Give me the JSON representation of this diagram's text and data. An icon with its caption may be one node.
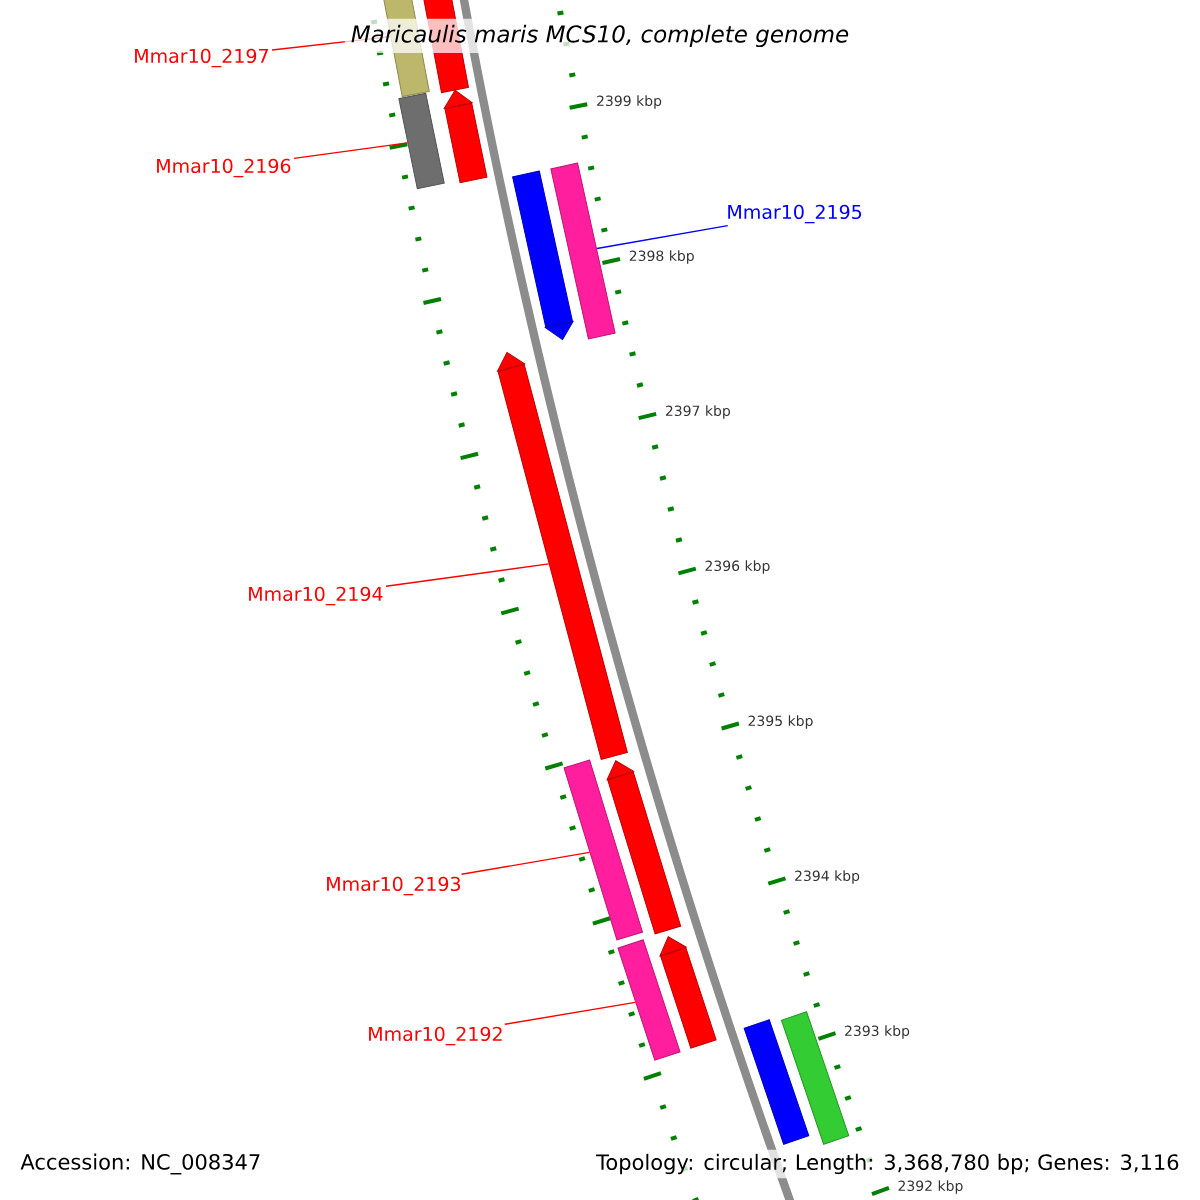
{
  "diagram": {
    "title": "Maricaulis maris MCS10, complete genome",
    "nodes": [
      {
        "text": [
          "Mmar10_2197"
        ]
      },
      {
        "text": [
          "Mmar10_2196"
        ]
      },
      {
        "text": [
          "Mmar10_2195"
        ]
      },
      {
        "text": [
          "Mmar10_2194"
        ]
      },
      {
        "text": [
          "Mmar10_2193"
        ]
      },
      {
        "text": [
          "Mmar10_2192"
        ]
      },
      {
        "text": [],
        "shape": "bar"
      },
      {
        "text": [],
        "shape": "bar"
      },
      {
        "text": [],
        "shape": "bar"
      },
      {
        "text": [],
        "shape": "arrow"
      },
      {
        "text": [],
        "shape": "arrow"
      },
      {
        "text": [],
        "shape": "bar"
      },
      {
        "text": [],
        "shape": "arrow"
      },
      {
        "text": [],
        "shape": "bar"
      },
      {
        "text": [],
        "shape": "arrow"
      },
      {
        "text": [],
        "shape": "bar"
      },
      {
        "text": [],
        "shape": "arrow"
      },
      {
        "text": [],
        "shape": "bar"
      },
      {
        "text": [],
        "shape": "bar"
      }
    ],
    "edges": [
      {
        "from": 0,
        "to": 6,
        "arrow": "none"
      },
      {
        "from": 1,
        "to": 8,
        "arrow": "none"
      },
      {
        "from": 2,
        "to": 11,
        "arrow": "none",
        "color": "#0000ff"
      },
      {
        "from": 3,
        "to": 12,
        "arrow": "none"
      },
      {
        "from": 4,
        "to": 13,
        "arrow": "none"
      },
      {
        "from": 5,
        "to": 15,
        "arrow": "none"
      }
    ],
    "labels": [
      "2399 kbp",
      "2398 kbp",
      "2397 kbp",
      "2396 kbp",
      "2395 kbp",
      "2394 kbp",
      "2393 kbp",
      "2392 kbp",
      "Accession: NC_008347",
      "Topology: circular; Length: 3,368,780 bp; Genes: 3,116"
    ]
  }
}
